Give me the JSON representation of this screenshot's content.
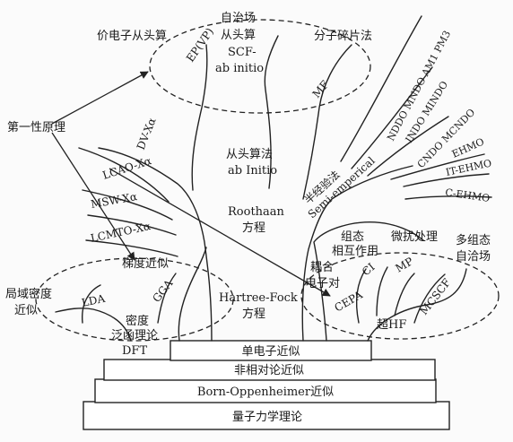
{
  "labels": {
    "valence_ab_initio": "价电子从头算",
    "scf_line1": "自治场",
    "scf_line2": "从头算",
    "scf_line3": "SCF-",
    "scf_line4": "ab initio",
    "fragment_method": "分子碎片法",
    "ep_vp": "EP(VP)",
    "mf": "MF",
    "first_principles": "第一性原理",
    "dv_xa": "DV-Xα",
    "lcao_xa": "LCAO-Xα",
    "msw_xa": "MSW-Xα",
    "lcmto_xa": "LCMTO-Xα",
    "ab_initio_cn": "从头算法",
    "ab_initio_en": "ab Initio",
    "roothaan_en": "Roothaan",
    "roothaan_cn": "方程",
    "semi_cn": "半经验法",
    "semi_en": "Semi-emperical",
    "nddo_line": "NDDO MNDO AM1 PM3",
    "indo_line": "INDO MINDO",
    "cndo_line": "CNDO MCNDO",
    "ehmo": "EHMO",
    "it_ehmo": "IT-EHMO",
    "c_ehmo": "C-EHMO",
    "gradient_approx": "梯度近似",
    "local_density_1": "局域密度",
    "local_density_2": "近似",
    "lda": "LDA",
    "gga": "GGA",
    "dft_1": "密度",
    "dft_2": "泛函理论",
    "dft_3": "DFT",
    "hf_en": "Hartree-Fock",
    "hf_cn": "方程",
    "config_1": "组态",
    "config_2": "相互作用",
    "perturb": "微扰处理",
    "multi_1": "多组态",
    "multi_2": "自洽场",
    "coupled_1": "耦合",
    "coupled_2": "电子对",
    "ci": "CI",
    "mp": "MP",
    "cepa": "CEPA",
    "mcscf": "MCSCF",
    "post_hf": "超HF",
    "base_single_electron": "单电子近似",
    "base_nonrelativistic": "非相对论近似",
    "base_born_oppenheimer": "Born-Oppenheimer近似",
    "base_quantum_mechanics": "量子力学理论"
  }
}
